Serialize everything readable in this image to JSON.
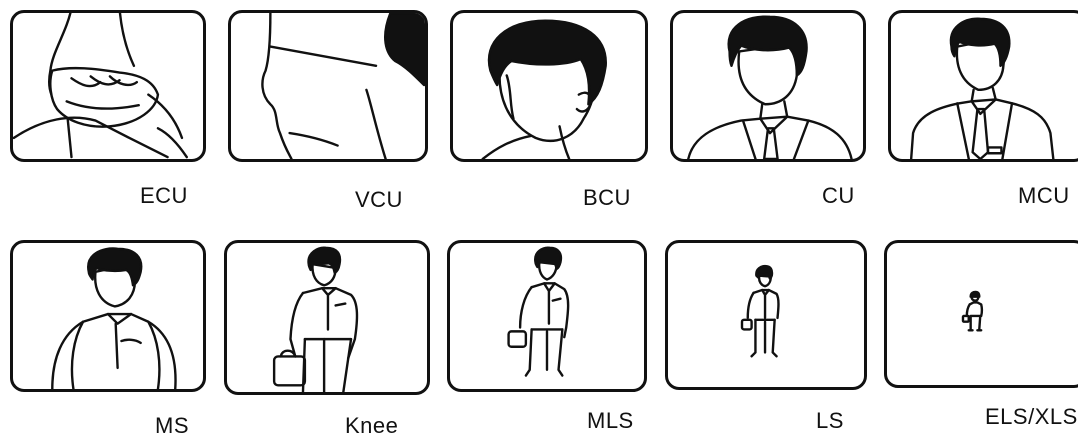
{
  "shots": [
    {
      "label": "ECU",
      "icon": "hand-gripping-icon"
    },
    {
      "label": "VCU",
      "icon": "very-close-face-icon"
    },
    {
      "label": "BCU",
      "icon": "big-close-head-icon"
    },
    {
      "label": "CU",
      "icon": "close-up-shoulders-icon"
    },
    {
      "label": "MCU",
      "icon": "medium-close-chest-icon"
    },
    {
      "label": "MS",
      "icon": "medium-shot-waist-icon"
    },
    {
      "label": "Knee",
      "icon": "knee-shot-figure-icon"
    },
    {
      "label": "MLS",
      "icon": "medium-long-figure-icon"
    },
    {
      "label": "LS",
      "icon": "long-shot-figure-icon"
    },
    {
      "label": "ELS/XLS",
      "icon": "extreme-long-figure-icon"
    }
  ]
}
